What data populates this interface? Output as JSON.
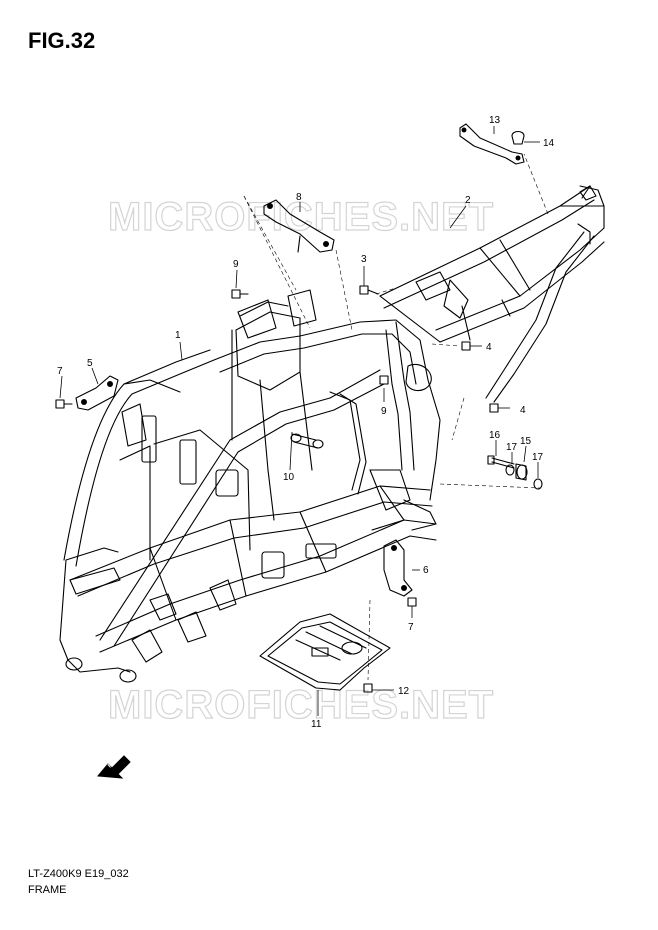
{
  "figure": {
    "title": "FIG.32",
    "name": "FRAME",
    "code": "LT-Z400K9 E19_032"
  },
  "watermark": {
    "text": "MICROFICHES.NET"
  },
  "fwd_label": "FWD",
  "callouts": {
    "c1": "1",
    "c2": "2",
    "c3": "3",
    "c4a": "4",
    "c4b": "4",
    "c5": "5",
    "c6": "6",
    "c7a": "7",
    "c7b": "7",
    "c8": "8",
    "c9a": "9",
    "c9b": "9",
    "c10": "10",
    "c11": "11",
    "c12": "12",
    "c13": "13",
    "c14": "14",
    "c15": "15",
    "c16": "16",
    "c17a": "17",
    "c17b": "17"
  },
  "colors": {
    "line": "#000000",
    "watermark": "#d4d4d4",
    "background": "#ffffff"
  }
}
